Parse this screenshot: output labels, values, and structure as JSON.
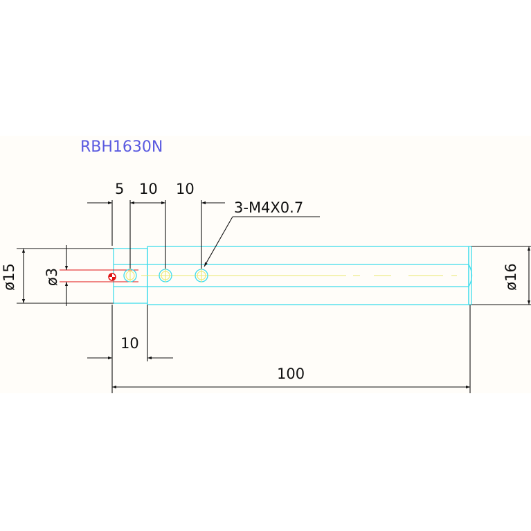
{
  "title": "RBH1630N",
  "colors": {
    "title": "#5a5ae0",
    "part_outline": "#3fdcec",
    "dimension": "#111111",
    "centerline": "#e8e86a",
    "marker": "#e01010"
  },
  "dimensions": {
    "dim_5": "5",
    "dim_10_top_a": "10",
    "dim_10_top_b": "10",
    "callout": "3-M4X0.7",
    "dia_15": "ø15",
    "dia_3": "ø3",
    "dia_16": "ø16",
    "dim_10_bottom": "10",
    "dim_100": "100"
  },
  "markers": {
    "origin_icon": "origin-marker-icon"
  }
}
